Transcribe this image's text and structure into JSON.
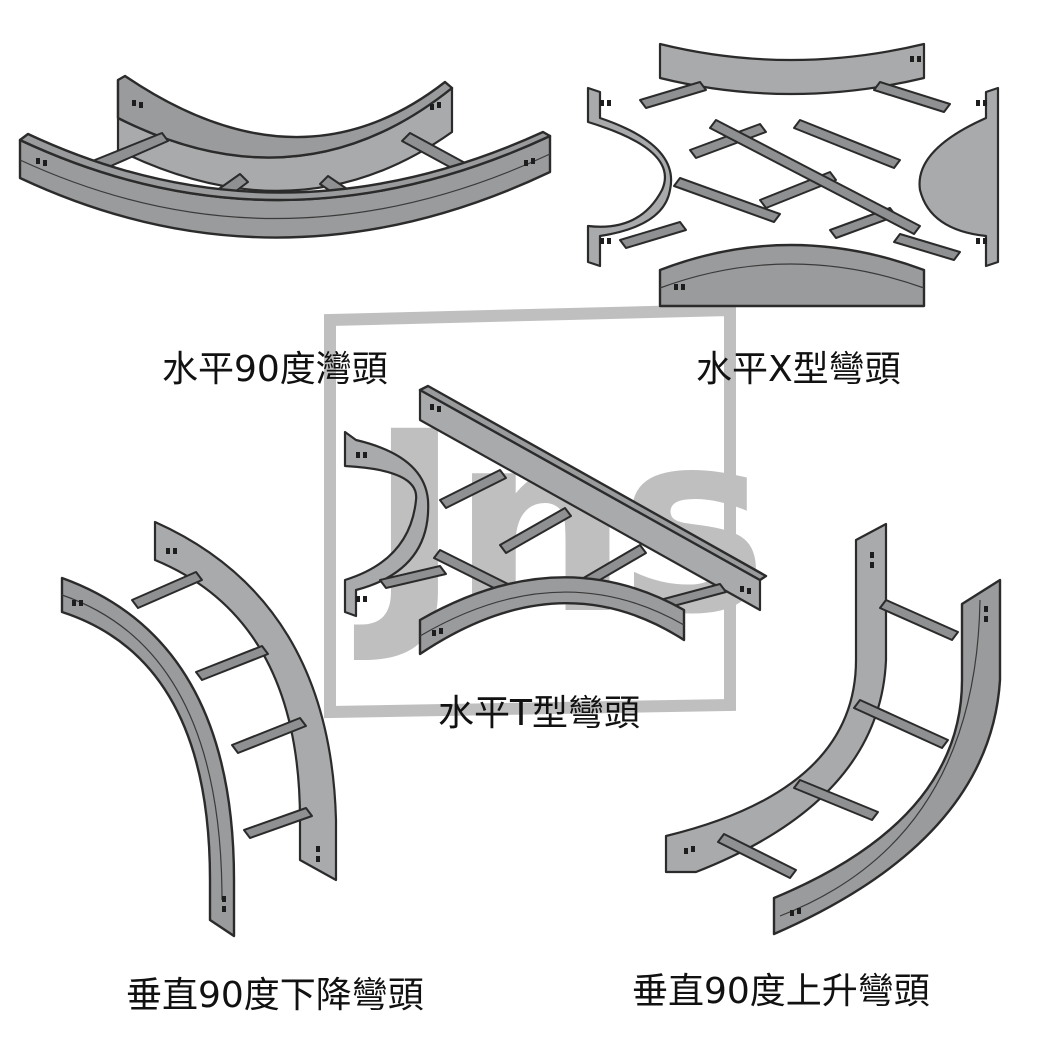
{
  "watermark": {
    "text": "Jns",
    "color": "#8c8c8c"
  },
  "colors": {
    "fitting_fill": "#9a9b9d",
    "outline": "#2b2b2b",
    "background": "#ffffff"
  },
  "items": [
    {
      "caption": "水平90度灣頭",
      "icon": "horizontal-90-degree-elbow"
    },
    {
      "caption": "水平X型彎頭",
      "icon": "horizontal-cross-elbow"
    },
    {
      "caption": "水平T型彎頭",
      "icon": "horizontal-tee-elbow"
    },
    {
      "caption": "垂直90度下降彎頭",
      "icon": "vertical-90-degree-down-elbow"
    },
    {
      "caption": "垂直90度上升彎頭",
      "icon": "vertical-90-degree-up-elbow"
    }
  ]
}
